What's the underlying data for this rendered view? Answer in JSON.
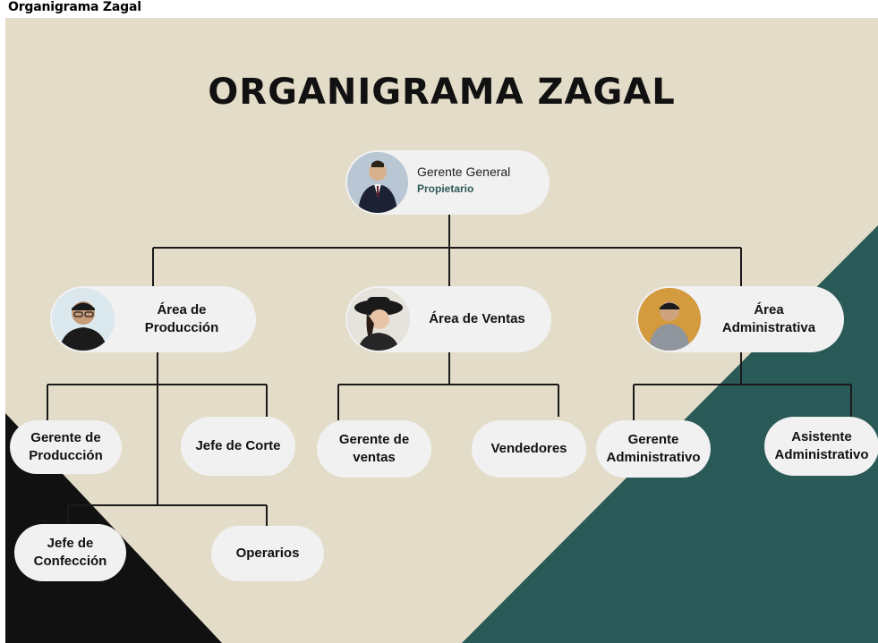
{
  "page": {
    "caption": "Organigrama Zagal",
    "title": "ORGANIGRAMA ZAGAL"
  },
  "colors": {
    "background": "#e3dcc8",
    "teal": "#2a5a58",
    "black": "#111111",
    "node_fill": "#f1f1f1",
    "accent_text": "#2d5a58"
  },
  "nodes": {
    "gerente_general": {
      "role": "Gerente General",
      "subtitle": "Propietario",
      "photo": "businessman-portrait"
    },
    "area_produccion": {
      "label_line1": "Área de",
      "label_line2": "Producción",
      "photo": "man-with-glasses-portrait"
    },
    "area_ventas": {
      "label": "Área de Ventas",
      "photo": "woman-with-hat-portrait"
    },
    "area_administrativa": {
      "label_line1": "Área",
      "label_line2": "Administrativa",
      "photo": "young-man-portrait"
    },
    "gerente_produccion": {
      "label_line1": "Gerente de",
      "label_line2": "Producción"
    },
    "jefe_corte": {
      "label": "Jefe de Corte"
    },
    "jefe_confeccion": {
      "label_line1": "Jefe de",
      "label_line2": "Confección"
    },
    "operarios": {
      "label": "Operarios"
    },
    "gerente_ventas": {
      "label_line1": "Gerente de",
      "label_line2": "ventas"
    },
    "vendedores": {
      "label": "Vendedores"
    },
    "gerente_administrativo": {
      "label_line1": "Gerente",
      "label_line2": "Administrativo"
    },
    "asistente_administrativo": {
      "label_line1": "Asistente",
      "label_line2": "Administrativo"
    }
  }
}
